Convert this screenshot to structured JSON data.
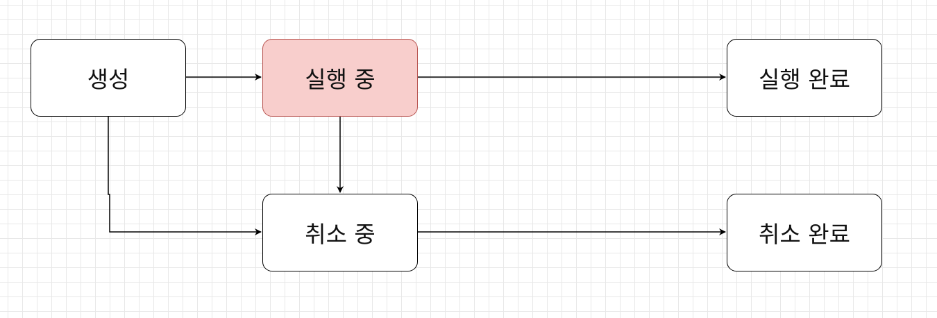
{
  "diagram": {
    "nodes": [
      {
        "id": "created",
        "label": "생성"
      },
      {
        "id": "running",
        "label": "실행 중",
        "highlight": true
      },
      {
        "id": "done",
        "label": "실행 완료"
      },
      {
        "id": "canceling",
        "label": "취소 중"
      },
      {
        "id": "canceled",
        "label": "취소 완료"
      }
    ],
    "edges": [
      {
        "from": "created",
        "to": "running"
      },
      {
        "from": "running",
        "to": "done"
      },
      {
        "from": "running",
        "to": "canceling"
      },
      {
        "from": "created",
        "to": "canceling"
      },
      {
        "from": "canceling",
        "to": "canceled"
      }
    ]
  },
  "colors": {
    "highlight_fill": "#f8cecc",
    "highlight_border": "#b85450",
    "line": "#000000",
    "grid": "#e8e8e8"
  }
}
